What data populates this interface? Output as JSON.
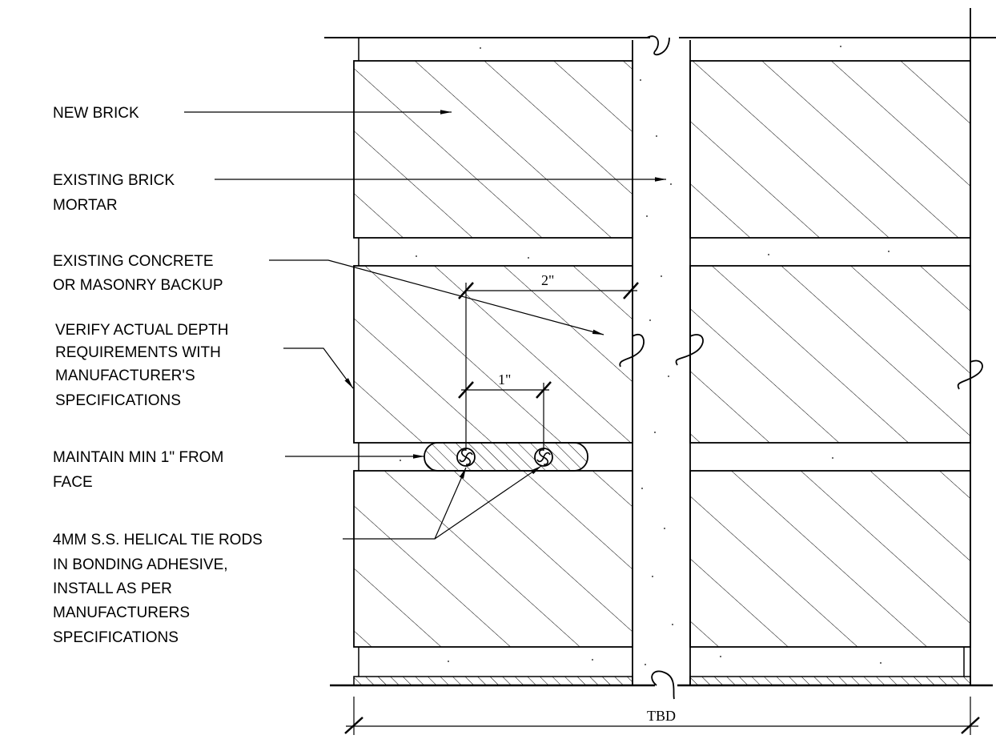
{
  "labels": {
    "new_brick": "NEW BRICK",
    "existing_mortar": [
      "EXISTING BRICK",
      "MORTAR"
    ],
    "backup": [
      "EXISTING CONCRETE",
      "OR MASONRY BACKUP"
    ],
    "verify": [
      "VERIFY ACTUAL DEPTH",
      "REQUIREMENTS WITH",
      "MANUFACTURER'S",
      "SPECIFICATIONS"
    ],
    "maintain": [
      "MAINTAIN MIN 1\" FROM",
      "FACE"
    ],
    "tie_rods": [
      "4MM S.S. HELICAL TIE RODS",
      "IN BONDING ADHESIVE,",
      "INSTALL AS PER",
      "MANUFACTURERS",
      "SPECIFICATIONS"
    ]
  },
  "dimensions": {
    "two_inch": "2\"",
    "one_inch": "1\"",
    "overall": "TBD"
  }
}
